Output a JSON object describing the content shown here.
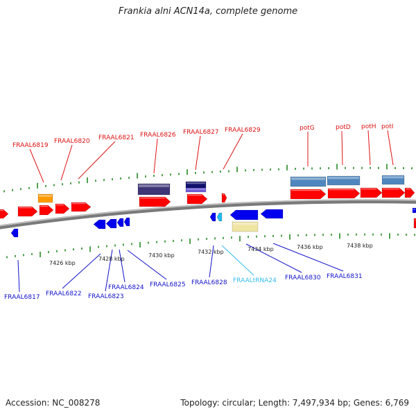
{
  "header": {
    "title": "Frankia alni ACN14a, complete genome"
  },
  "footer": {
    "accession": "Accession: NC_008278",
    "stats": "Topology: circular; Length: 7,497,934 bp; Genes: 6,769"
  },
  "scale": {
    "labels": [
      "7426 kbp",
      "7428 kbp",
      "7430 kbp",
      "7432 kbp",
      "7434 kbp",
      "7436 kbp",
      "7438 kbp"
    ]
  },
  "colors": {
    "forward_gene": "#ff0000",
    "reverse_gene": "#0000ee",
    "feature_orange": "#ff9900",
    "feature_dark_purple": "#3d3576",
    "feature_navy": "#11116e",
    "feature_steelblue": "#4f86bd",
    "feature_khaki": "#efe4a2",
    "trna": "#22bbee",
    "top_label": "#dd1111",
    "bottom_label": "#1111cc",
    "trna_label": "#33bbee",
    "tick": "#228822",
    "backbone": "#888888"
  },
  "top_labels": [
    {
      "text": "FRAAL6819"
    },
    {
      "text": "FRAAL6820"
    },
    {
      "text": "FRAAL6821"
    },
    {
      "text": "FRAAL6826"
    },
    {
      "text": "FRAAL6827"
    },
    {
      "text": "FRAAL6829"
    },
    {
      "text": "potG"
    },
    {
      "text": "potD"
    },
    {
      "text": "potH"
    },
    {
      "text": "potI"
    }
  ],
  "bottom_labels": [
    {
      "text": "FRAAL6817"
    },
    {
      "text": "FRAAL6822"
    },
    {
      "text": "FRAAL6823"
    },
    {
      "text": "FRAAL6824"
    },
    {
      "text": "FRAAL6825"
    },
    {
      "text": "FRAAL6828"
    },
    {
      "text": "FRAALtRNA24"
    },
    {
      "text": "FRAAL6830"
    },
    {
      "text": "FRAAL6831"
    }
  ]
}
